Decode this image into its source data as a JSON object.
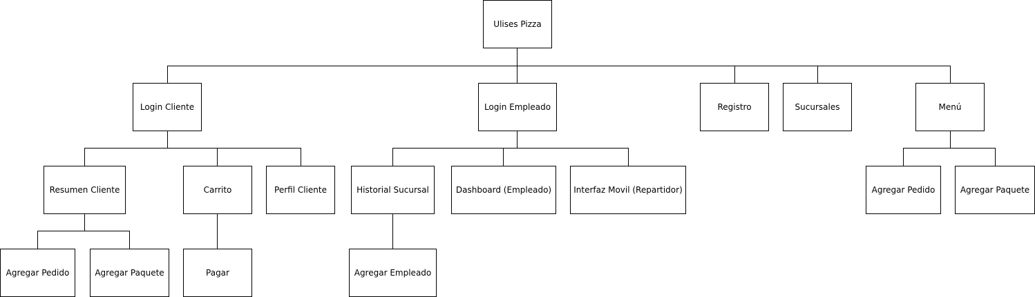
{
  "diagram": {
    "nodes": {
      "root": "Ulises Pizza",
      "login_cliente": "Login Cliente",
      "login_empleado": "Login Empleado",
      "registro": "Registro",
      "sucursales": "Sucursales",
      "menu": "Menú",
      "resumen_cliente": "Resumen Cliente",
      "carrito": "Carrito",
      "perfil_cliente": "Perfil Cliente",
      "historial_sucursal": "Historial Sucursal",
      "dashboard_empleado": "Dashboard (Empleado)",
      "interfaz_movil": "Interfaz Movil (Repartidor)",
      "menu_agregar_pedido": "Agregar Pedido",
      "menu_agregar_paquete": "Agregar Paquete",
      "resumen_agregar_pedido": "Agregar Pedido",
      "resumen_agregar_paquete": "Agregar Paquete",
      "pagar": "Pagar",
      "agregar_empleado": "Agregar Empleado"
    },
    "edges": [
      [
        "root",
        "login_cliente"
      ],
      [
        "root",
        "login_empleado"
      ],
      [
        "root",
        "registro"
      ],
      [
        "root",
        "sucursales"
      ],
      [
        "root",
        "menu"
      ],
      [
        "login_cliente",
        "resumen_cliente"
      ],
      [
        "login_cliente",
        "carrito"
      ],
      [
        "login_cliente",
        "perfil_cliente"
      ],
      [
        "login_empleado",
        "historial_sucursal"
      ],
      [
        "login_empleado",
        "dashboard_empleado"
      ],
      [
        "login_empleado",
        "interfaz_movil"
      ],
      [
        "menu",
        "menu_agregar_pedido"
      ],
      [
        "menu",
        "menu_agregar_paquete"
      ],
      [
        "resumen_cliente",
        "resumen_agregar_pedido"
      ],
      [
        "resumen_cliente",
        "resumen_agregar_paquete"
      ],
      [
        "carrito",
        "pagar"
      ],
      [
        "historial_sucursal",
        "agregar_empleado"
      ]
    ]
  }
}
